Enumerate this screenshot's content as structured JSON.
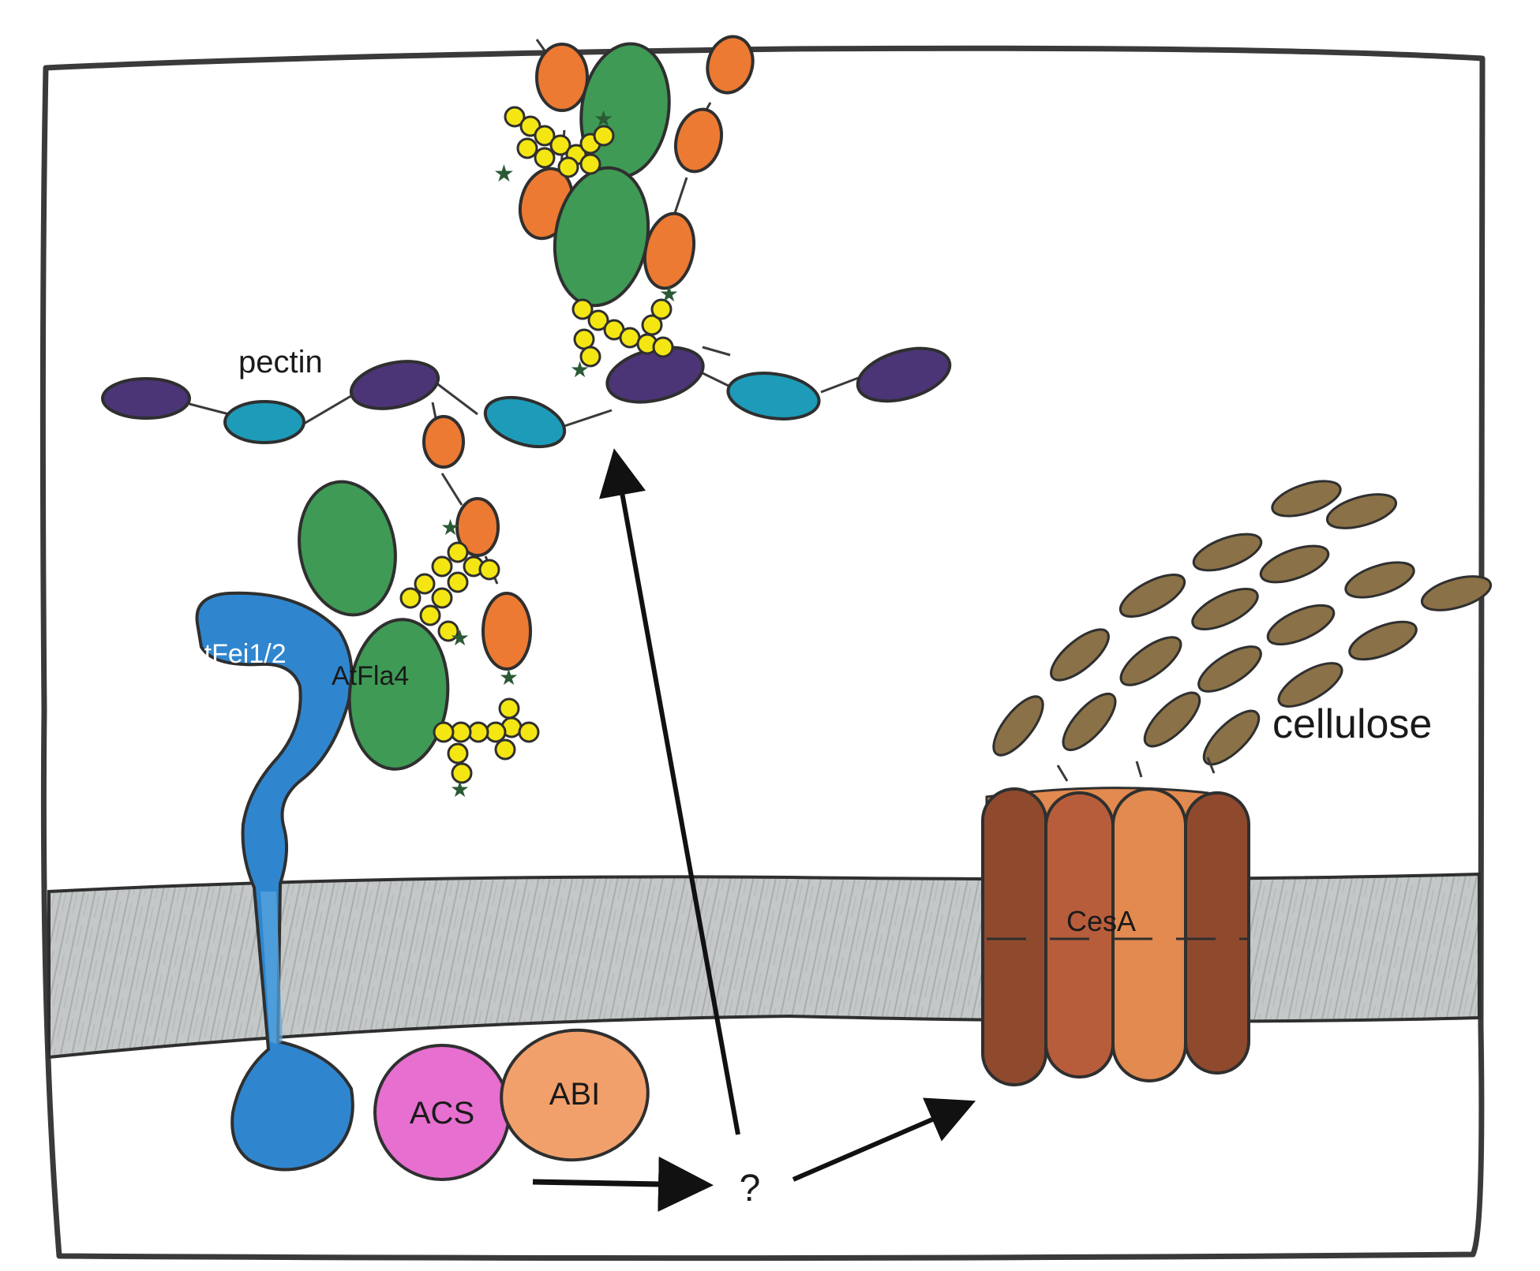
{
  "labels": {
    "pectin": "pectin",
    "fei": "AtFei1/2",
    "fla4": "AtFla4",
    "cellulose": "cellulose",
    "cesa": "CesA",
    "acs": "ACS",
    "abi": "ABI",
    "unknown": "?"
  },
  "colors": {
    "frame": "#3a3a3a",
    "membrane": "#c4c8c8",
    "purple": "#4b3577",
    "teal": "#1e9bb8",
    "orange": "#ec7a33",
    "green": "#3f9a55",
    "yellow": "#f4e613",
    "star": "#2a5a35",
    "fei": "#2f86cf",
    "feiLight": "#5aa7e0",
    "acs": "#e76fd0",
    "abi": "#f2a06b",
    "cesaDark": "#8f4a2e",
    "cesaMid": "#b85d3c",
    "cesaLight": "#e28a4f",
    "cellulose": "#8a7147"
  }
}
